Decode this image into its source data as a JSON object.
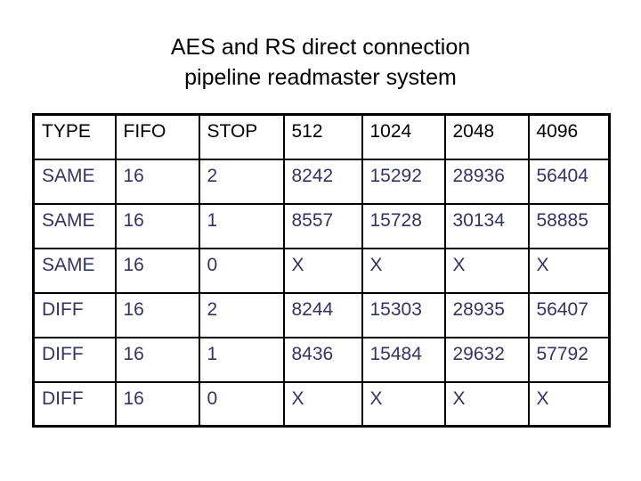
{
  "slide": {
    "title_line1": "AES and RS direct connection",
    "title_line2": "pipeline readmaster system"
  },
  "table": {
    "columns": [
      "TYPE",
      "FIFO",
      "STOP",
      "512",
      "1024",
      "2048",
      "4096"
    ],
    "rows": [
      [
        "SAME",
        "16",
        "2",
        "8242",
        "15292",
        "28936",
        "56404"
      ],
      [
        "SAME",
        "16",
        "1",
        "8557",
        "15728",
        "30134",
        "58885"
      ],
      [
        "SAME",
        "16",
        "0",
        "X",
        "X",
        "X",
        "X"
      ],
      [
        "DIFF",
        "16",
        "2",
        "8244",
        "15303",
        "28935",
        "56407"
      ],
      [
        "DIFF",
        "16",
        "1",
        "8436",
        "15484",
        "29632",
        "57792"
      ],
      [
        "DIFF",
        "16",
        "0",
        "X",
        "X",
        "X",
        "X"
      ]
    ],
    "colors": {
      "header_text": "#000000",
      "data_text": "#333366",
      "border": "#000000",
      "background": "#ffffff"
    }
  }
}
